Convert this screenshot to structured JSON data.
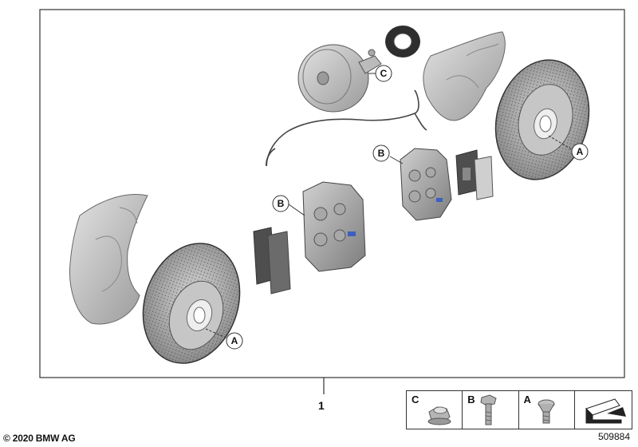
{
  "callouts": {
    "c_booster": "C",
    "b_upper": "B",
    "a_upper": "A",
    "b_lower": "B",
    "a_lower": "A"
  },
  "part_number": "1",
  "legend": {
    "items": [
      {
        "letter": "C",
        "icon": "flange-nut-icon"
      },
      {
        "letter": "B",
        "icon": "hex-bolt-icon"
      },
      {
        "letter": "A",
        "icon": "countersunk-screw-icon"
      }
    ],
    "arrow_icon": "next-page-arrow-icon"
  },
  "copyright": "© 2020 BMW AG",
  "image_id": "509884"
}
